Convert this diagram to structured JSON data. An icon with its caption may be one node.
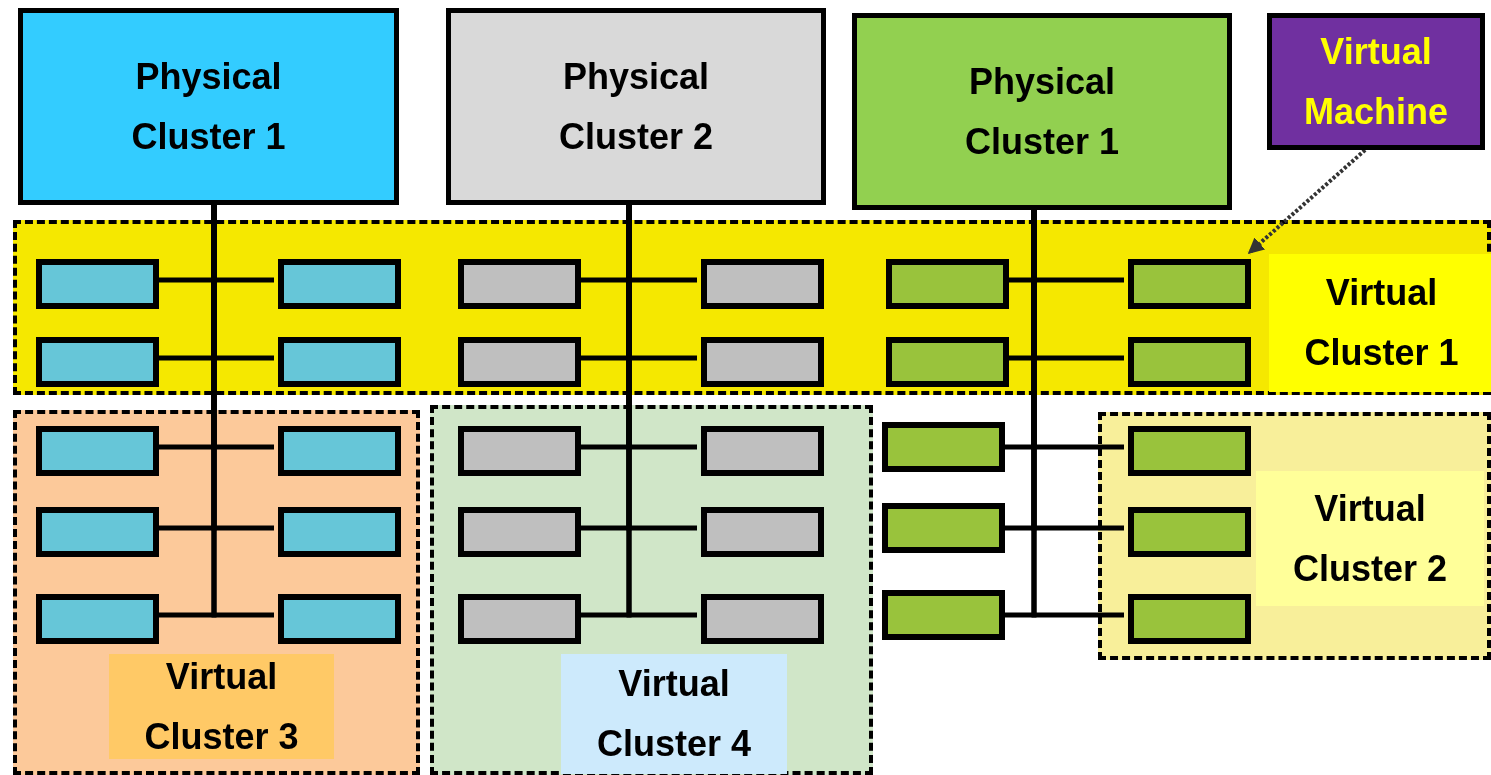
{
  "diagram": {
    "nodes": [
      {
        "text": [
          "Physical Cluster 1"
        ]
      },
      {
        "text": [
          "Physical Cluster 2"
        ]
      },
      {
        "text": [
          "Physical Cluster 1"
        ]
      },
      {
        "text": [
          "Virtual Machine"
        ]
      },
      {
        "text": [
          "Virtual Cluster 1"
        ]
      },
      {
        "text": [],
        "shape": "box",
        "in": 4
      },
      {
        "text": [],
        "shape": "box",
        "in": 4
      },
      {
        "text": [],
        "shape": "box",
        "in": 4
      },
      {
        "text": [],
        "shape": "box",
        "in": 4
      },
      {
        "text": [],
        "shape": "box",
        "in": 4
      },
      {
        "text": [],
        "shape": "box",
        "in": 4
      },
      {
        "text": [],
        "shape": "box",
        "in": 4
      },
      {
        "text": [],
        "shape": "box",
        "in": 4
      },
      {
        "text": [],
        "shape": "box",
        "in": 4
      },
      {
        "text": [],
        "shape": "box",
        "in": 4
      },
      {
        "text": [],
        "shape": "box",
        "in": 4
      },
      {
        "text": [],
        "shape": "box",
        "in": 4
      },
      {
        "text": [
          "Virtual Cluster 3"
        ]
      },
      {
        "text": [],
        "shape": "box",
        "in": 17
      },
      {
        "text": [],
        "shape": "box",
        "in": 17
      },
      {
        "text": [],
        "shape": "box",
        "in": 17
      },
      {
        "text": [],
        "shape": "box",
        "in": 17
      },
      {
        "text": [],
        "shape": "box",
        "in": 17
      },
      {
        "text": [],
        "shape": "box",
        "in": 17
      },
      {
        "text": [
          "Virtual Cluster 4"
        ]
      },
      {
        "text": [],
        "shape": "box",
        "in": 24
      },
      {
        "text": [],
        "shape": "box",
        "in": 24
      },
      {
        "text": [],
        "shape": "box",
        "in": 24
      },
      {
        "text": [],
        "shape": "box",
        "in": 24
      },
      {
        "text": [],
        "shape": "box",
        "in": 24
      },
      {
        "text": [],
        "shape": "box",
        "in": 24
      },
      {
        "text": [],
        "shape": "box"
      },
      {
        "text": [],
        "shape": "box"
      },
      {
        "text": [],
        "shape": "box"
      },
      {
        "text": [
          "Virtual Cluster 2"
        ]
      },
      {
        "text": [],
        "shape": "box",
        "in": 34
      },
      {
        "text": [],
        "shape": "box",
        "in": 34
      },
      {
        "text": [],
        "shape": "box",
        "in": 34
      }
    ],
    "edges": [
      {
        "from": 0,
        "to": 5,
        "arrow": "none"
      },
      {
        "from": 0,
        "to": 6,
        "arrow": "none"
      },
      {
        "from": 0,
        "to": 11,
        "arrow": "none"
      },
      {
        "from": 0,
        "to": 12,
        "arrow": "none"
      },
      {
        "from": 0,
        "to": 18,
        "arrow": "none"
      },
      {
        "from": 0,
        "to": 19,
        "arrow": "none"
      },
      {
        "from": 0,
        "to": 20,
        "arrow": "none"
      },
      {
        "from": 0,
        "to": 21,
        "arrow": "none"
      },
      {
        "from": 0,
        "to": 22,
        "arrow": "none"
      },
      {
        "from": 0,
        "to": 23,
        "arrow": "none"
      },
      {
        "from": 1,
        "to": 7,
        "arrow": "none"
      },
      {
        "from": 1,
        "to": 8,
        "arrow": "none"
      },
      {
        "from": 1,
        "to": 13,
        "arrow": "none"
      },
      {
        "from": 1,
        "to": 14,
        "arrow": "none"
      },
      {
        "from": 1,
        "to": 25,
        "arrow": "none"
      },
      {
        "from": 1,
        "to": 26,
        "arrow": "none"
      },
      {
        "from": 1,
        "to": 27,
        "arrow": "none"
      },
      {
        "from": 1,
        "to": 28,
        "arrow": "none"
      },
      {
        "from": 1,
        "to": 29,
        "arrow": "none"
      },
      {
        "from": 1,
        "to": 30,
        "arrow": "none"
      },
      {
        "from": 2,
        "to": 9,
        "arrow": "none"
      },
      {
        "from": 2,
        "to": 10,
        "arrow": "none"
      },
      {
        "from": 2,
        "to": 15,
        "arrow": "none"
      },
      {
        "from": 2,
        "to": 16,
        "arrow": "none"
      },
      {
        "from": 2,
        "to": 31,
        "arrow": "none"
      },
      {
        "from": 2,
        "to": 35,
        "arrow": "none"
      },
      {
        "from": 2,
        "to": 32,
        "arrow": "none"
      },
      {
        "from": 2,
        "to": 36,
        "arrow": "none"
      },
      {
        "from": 2,
        "to": 33,
        "arrow": "none"
      },
      {
        "from": 2,
        "to": 37,
        "arrow": "none"
      },
      {
        "from": 3,
        "to": 10,
        "arrow": "to",
        "style": "dashed"
      }
    ]
  }
}
